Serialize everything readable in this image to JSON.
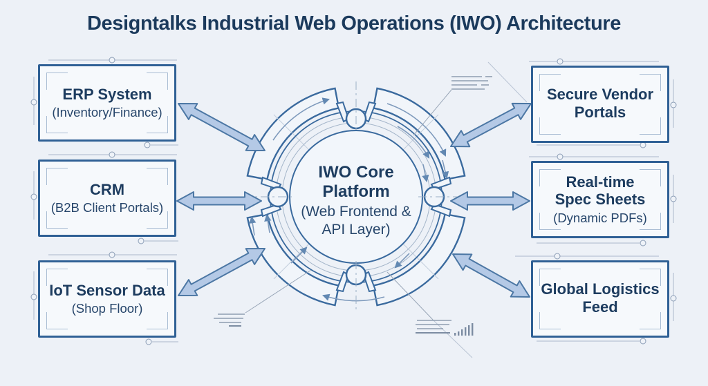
{
  "title": "Designtalks Industrial Web Operations (IWO) Architecture",
  "hub": {
    "title": "IWO Core Platform",
    "subtitle": "(Web Frontend & API Layer)"
  },
  "nodes": [
    {
      "id": "erp",
      "title": "ERP System",
      "subtitle": "(Inventory/Finance)"
    },
    {
      "id": "crm",
      "title": "CRM",
      "subtitle": "(B2B Client Portals)"
    },
    {
      "id": "iot",
      "title": "IoT Sensor Data",
      "subtitle": "(Shop Floor)"
    },
    {
      "id": "vendor",
      "title": "Secure Vendor Portals",
      "subtitle": ""
    },
    {
      "id": "spec",
      "title": "Real-time Spec Sheets",
      "subtitle": "(Dynamic PDFs)"
    },
    {
      "id": "logistics",
      "title": "Global Logistics Feed",
      "subtitle": ""
    }
  ],
  "connections": [
    {
      "from": "ERP System",
      "to": "IWO Core Platform",
      "bidirectional": true
    },
    {
      "from": "CRM",
      "to": "IWO Core Platform",
      "bidirectional": true
    },
    {
      "from": "IoT Sensor Data",
      "to": "IWO Core Platform",
      "bidirectional": true
    },
    {
      "from": "Secure Vendor Portals",
      "to": "IWO Core Platform",
      "bidirectional": true
    },
    {
      "from": "Real-time Spec Sheets",
      "to": "IWO Core Platform",
      "bidirectional": true
    },
    {
      "from": "Global Logistics Feed",
      "to": "IWO Core Platform",
      "bidirectional": true
    }
  ],
  "colors": {
    "background": "#edf1f7",
    "box_background": "#f6f9fc",
    "box_border": "#2f6095",
    "text_primary": "#1d3c5f",
    "ring_stroke": "#3a6a9e",
    "arrow_fill": "#b4c9e6",
    "arrow_stroke": "#4c77a4",
    "detail_line": "#9aa7b8"
  }
}
